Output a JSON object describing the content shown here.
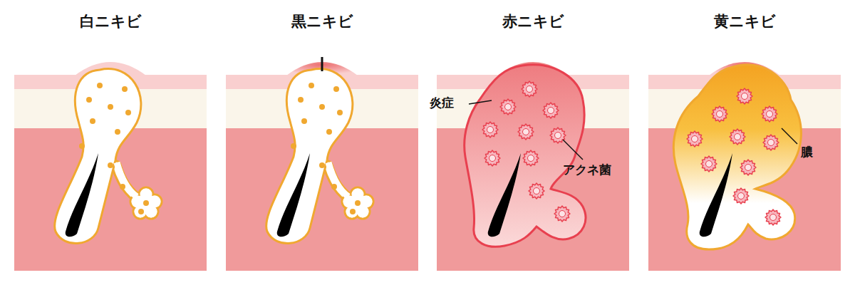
{
  "diagram": {
    "nodes": [
      {
        "text": [
          "白ニキビ"
        ]
      },
      {
        "text": [
          "黒ニキビ"
        ]
      },
      {
        "text": [
          "赤ニキビ"
        ]
      },
      {
        "text": [
          "黄ニキビ"
        ]
      }
    ],
    "labels": [
      "炎症",
      "アクネ菌",
      "膿"
    ]
  }
}
